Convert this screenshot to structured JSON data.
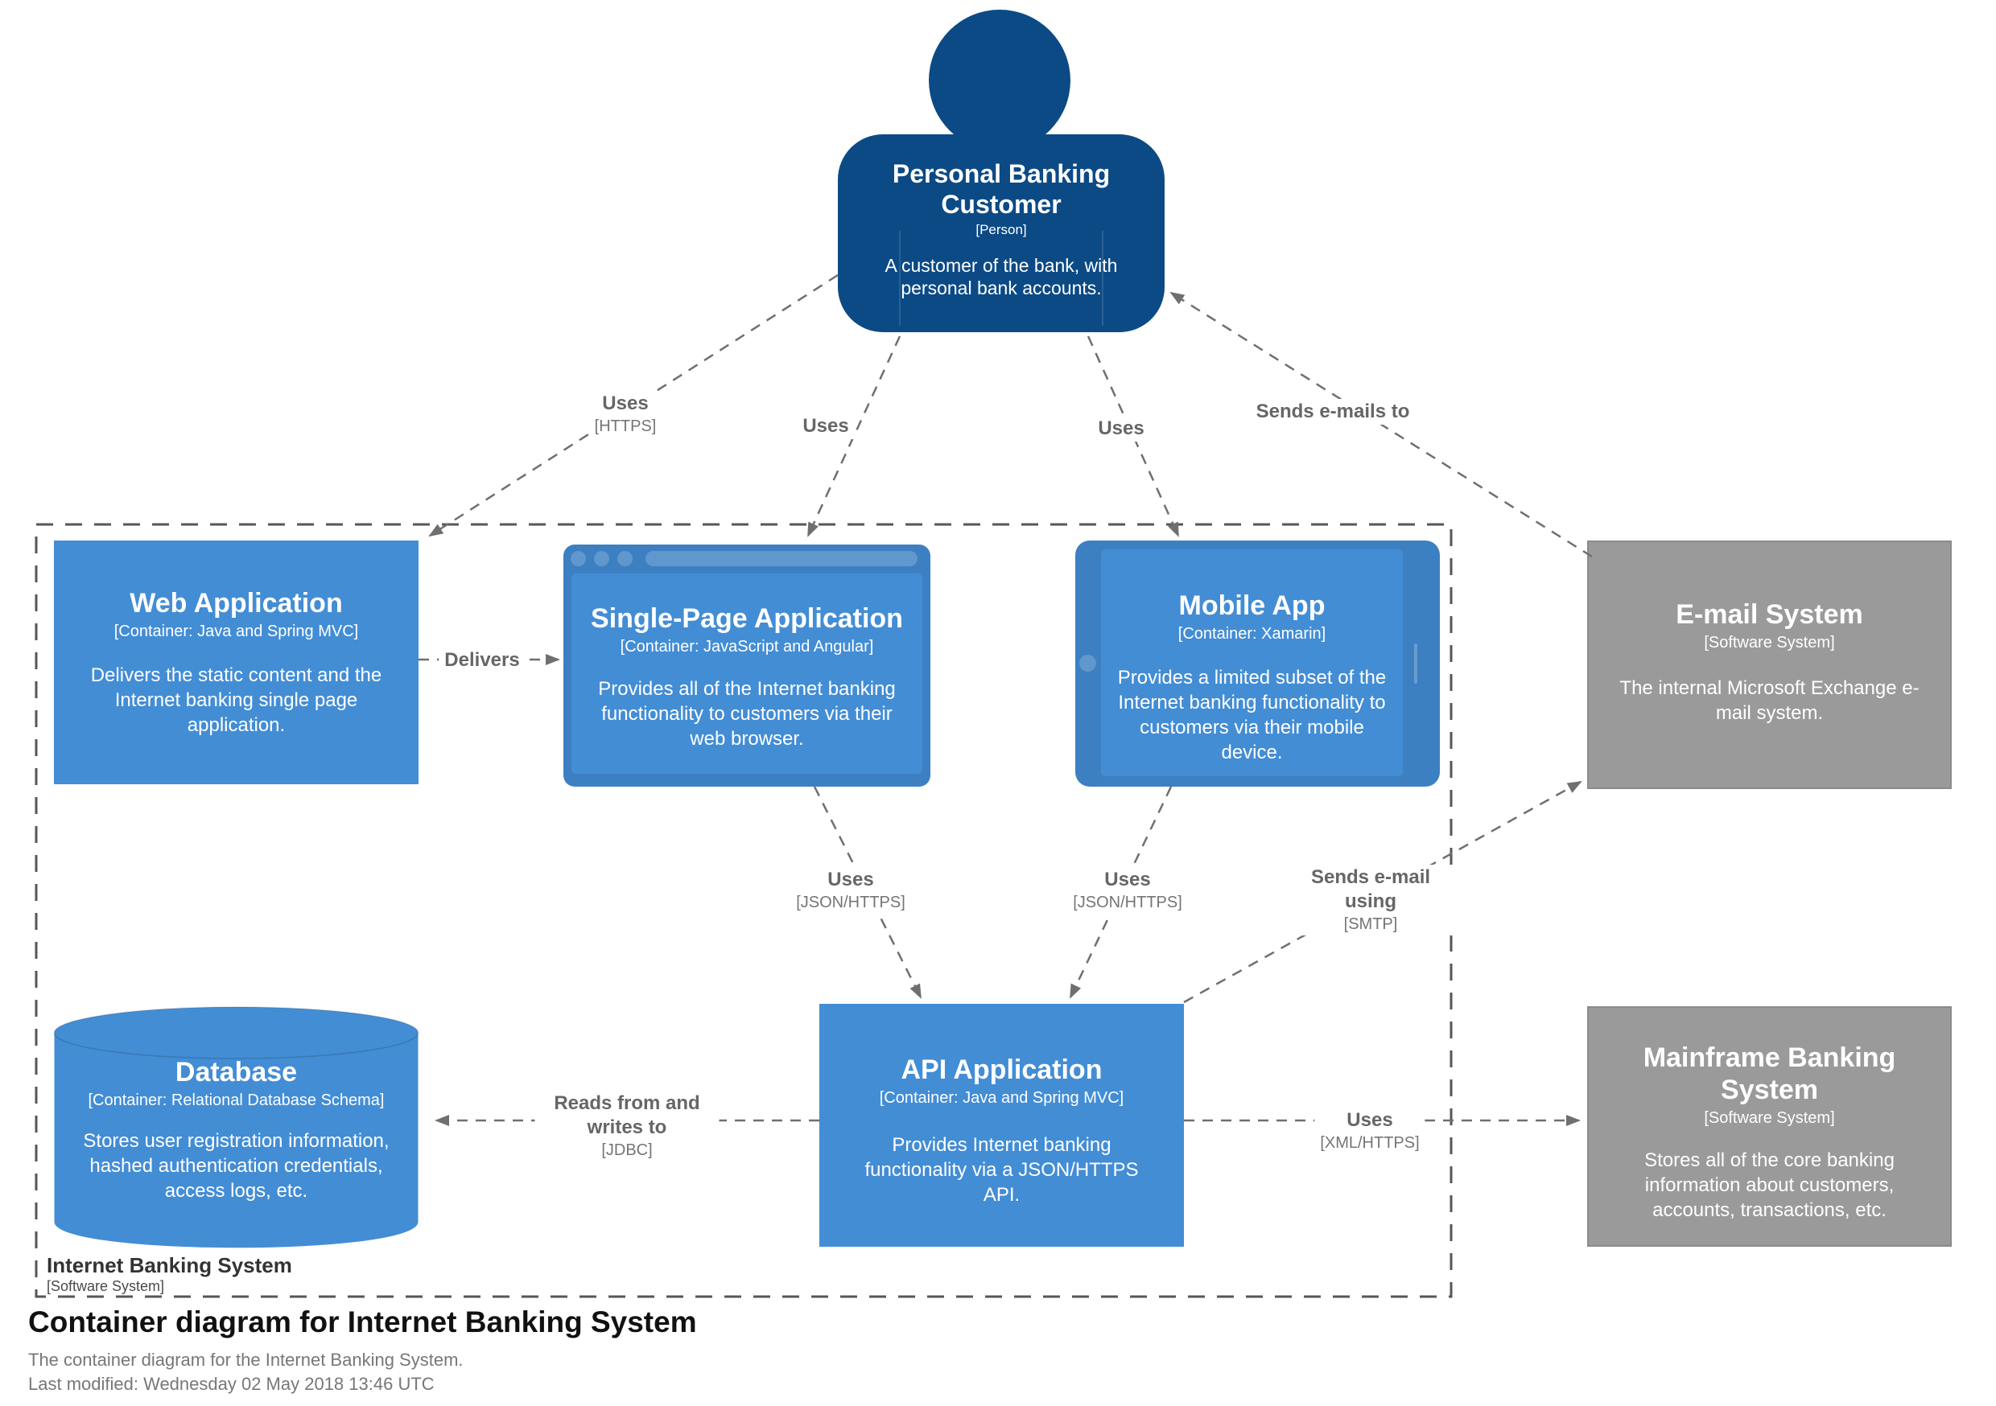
{
  "diagram": {
    "title": "Container diagram for Internet Banking System",
    "subtitle": "The container diagram for the Internet Banking System.",
    "last_modified": "Last modified: Wednesday 02 May 2018 13:46 UTC"
  },
  "boundary": {
    "name": "Internet Banking System",
    "meta": "[Software System]"
  },
  "colors": {
    "person": "#0c4a85",
    "container": "#438dd5",
    "container_chrome": "#3d80c2",
    "external_system": "#9a9a9a",
    "edge": "#6f6f6f"
  },
  "nodes": {
    "person": {
      "title": "Personal Banking Customer",
      "meta": "[Person]",
      "description": "A customer of the bank, with personal bank accounts."
    },
    "web_app": {
      "title": "Web Application",
      "meta": "[Container: Java and Spring MVC]",
      "description": "Delivers the static content and the Internet banking single page application."
    },
    "spa": {
      "title": "Single-Page Application",
      "meta": "[Container: JavaScript and Angular]",
      "description": "Provides all of the Internet banking functionality to customers via their web browser."
    },
    "mobile_app": {
      "title": "Mobile App",
      "meta": "[Container: Xamarin]",
      "description": "Provides a limited subset of the Internet banking functionality to customers via their mobile device."
    },
    "email_system": {
      "title": "E-mail System",
      "meta": "[Software System]",
      "description": "The internal Microsoft Exchange e-mail system."
    },
    "database": {
      "title": "Database",
      "meta": "[Container: Relational Database Schema]",
      "description": "Stores user registration information, hashed authentication credentials, access logs, etc."
    },
    "api_app": {
      "title": "API Application",
      "meta": "[Container: Java and Spring MVC]",
      "description": "Provides Internet banking functionality via a JSON/HTTPS API."
    },
    "mainframe": {
      "title": "Mainframe Banking System",
      "meta": "[Software System]",
      "description": "Stores all of the core banking information about customers, accounts, transactions, etc."
    }
  },
  "edges": [
    {
      "from": "Personal Banking Customer",
      "to": "Web Application",
      "label": "Uses",
      "tech": "[HTTPS]"
    },
    {
      "from": "Personal Banking Customer",
      "to": "Single-Page Application",
      "label": "Uses",
      "tech": ""
    },
    {
      "from": "Personal Banking Customer",
      "to": "Mobile App",
      "label": "Uses",
      "tech": ""
    },
    {
      "from": "E-mail System",
      "to": "Personal Banking Customer",
      "label": "Sends e-mails to",
      "tech": ""
    },
    {
      "from": "Web Application",
      "to": "Single-Page Application",
      "label": "Delivers",
      "tech": ""
    },
    {
      "from": "Single-Page Application",
      "to": "API Application",
      "label": "Uses",
      "tech": "[JSON/HTTPS]"
    },
    {
      "from": "Mobile App",
      "to": "API Application",
      "label": "Uses",
      "tech": "[JSON/HTTPS]"
    },
    {
      "from": "API Application",
      "to": "E-mail System",
      "label": "Sends e-mail using",
      "tech": "[SMTP]"
    },
    {
      "from": "API Application",
      "to": "Database",
      "label": "Reads from and writes to",
      "tech": "[JDBC]"
    },
    {
      "from": "API Application",
      "to": "Mainframe Banking System",
      "label": "Uses",
      "tech": "[XML/HTTPS]"
    }
  ]
}
